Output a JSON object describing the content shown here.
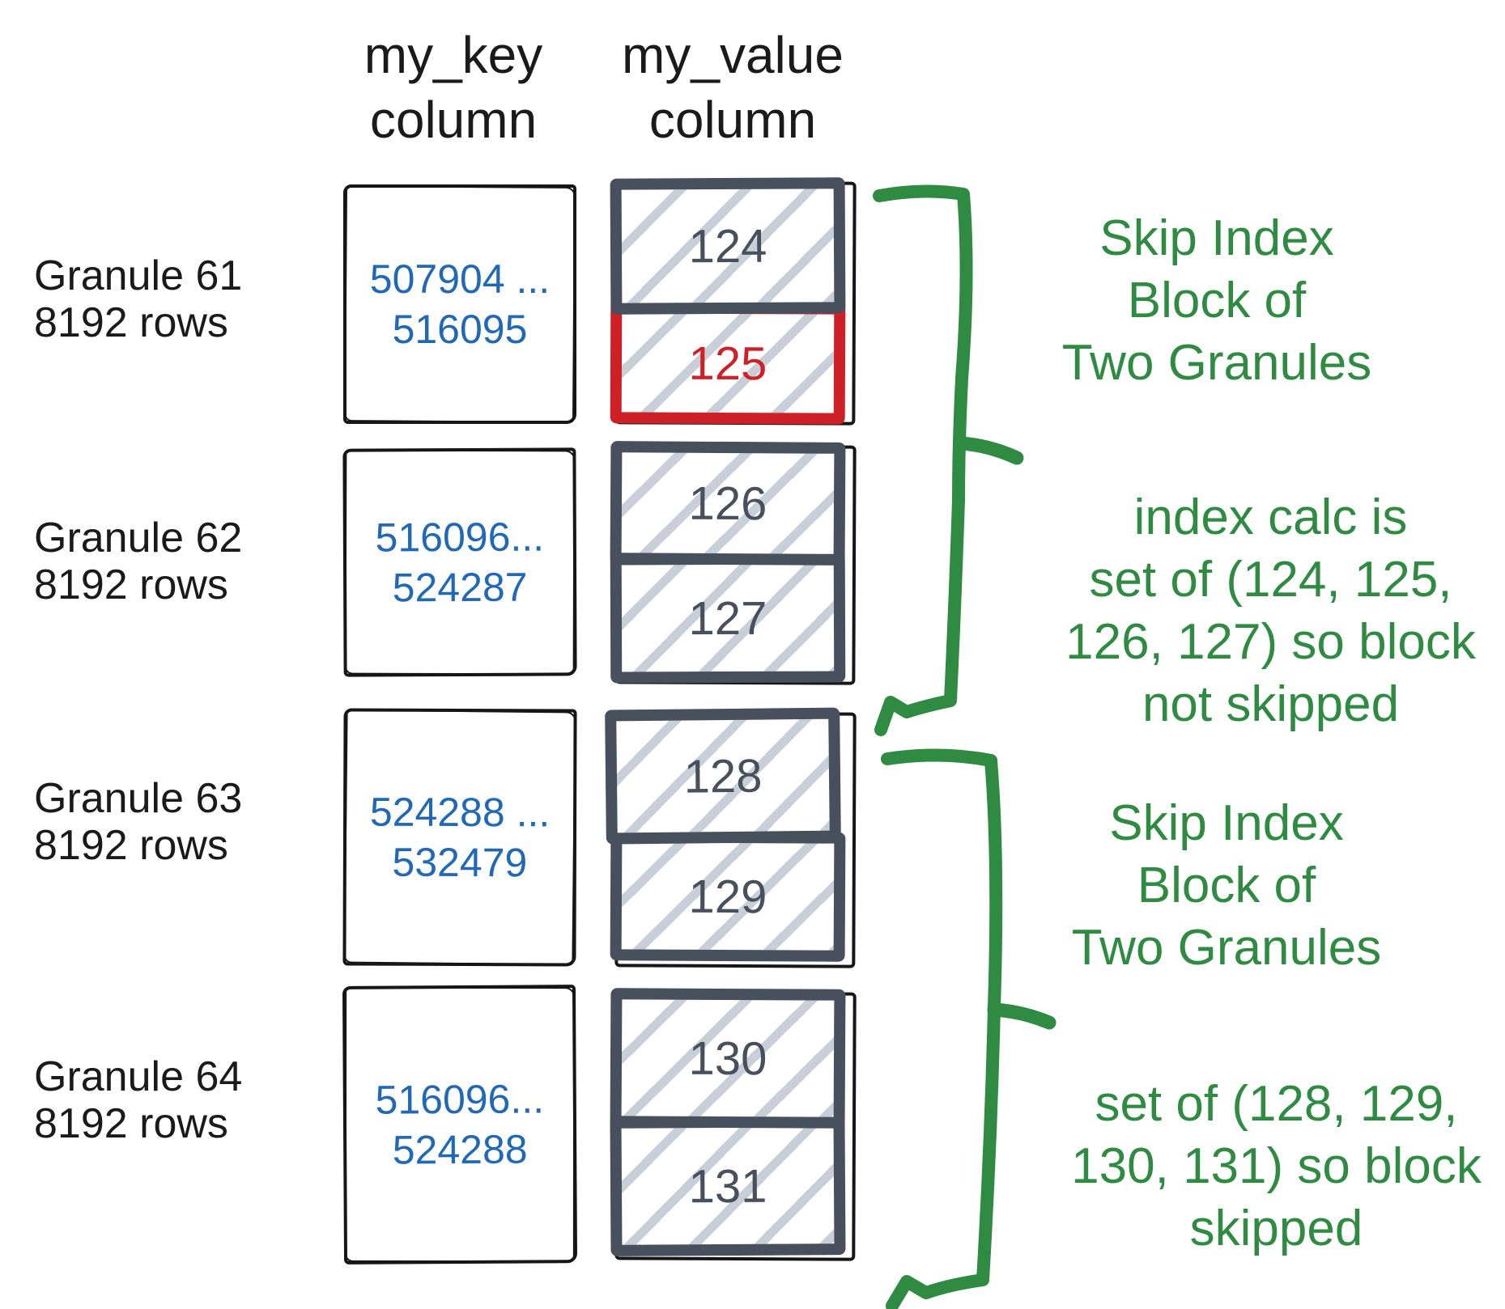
{
  "columns": {
    "key_header": {
      "line1": "my_key",
      "line2": "column"
    },
    "value_header": {
      "line1": "my_value",
      "line2": "column"
    }
  },
  "granules": [
    {
      "label_line1": "Granule 61",
      "label_line2": "8192 rows",
      "key_range_line1": "507904 ...",
      "key_range_line2": "516095",
      "values": [
        "124",
        "125"
      ],
      "highlighted_value": "125"
    },
    {
      "label_line1": "Granule 62",
      "label_line2": "8192 rows",
      "key_range_line1": "516096...",
      "key_range_line2": "524287",
      "values": [
        "126",
        "127"
      ]
    },
    {
      "label_line1": "Granule 63",
      "label_line2": "8192 rows",
      "key_range_line1": "524288 ...",
      "key_range_line2": "532479",
      "values": [
        "128",
        "129"
      ]
    },
    {
      "label_line1": "Granule 64",
      "label_line2": "8192 rows",
      "key_range_line1": "516096...",
      "key_range_line2": "524288",
      "values": [
        "130",
        "131"
      ]
    }
  ],
  "annotations": {
    "block1": {
      "line1": "Skip Index",
      "line2": "Block of",
      "line3": "Two Granules"
    },
    "block2": {
      "line1": "index calc is",
      "line2": "set of (124, 125,",
      "line3": "126, 127) so block",
      "line4": "not skipped"
    },
    "block3": {
      "line1": "Skip Index",
      "line2": "Block of",
      "line3": "Two Granules"
    },
    "block4": {
      "line1": "set of (128, 129,",
      "line2": "130, 131) so block",
      "line3": "skipped"
    }
  },
  "colors": {
    "annotation_green": "#2e8b41",
    "key_text_blue": "#2169b5",
    "value_border_slate": "#47505c",
    "highlight_red": "#ce2127",
    "hatch_gray": "#c9cfd8",
    "sketch_black": "#161616"
  }
}
